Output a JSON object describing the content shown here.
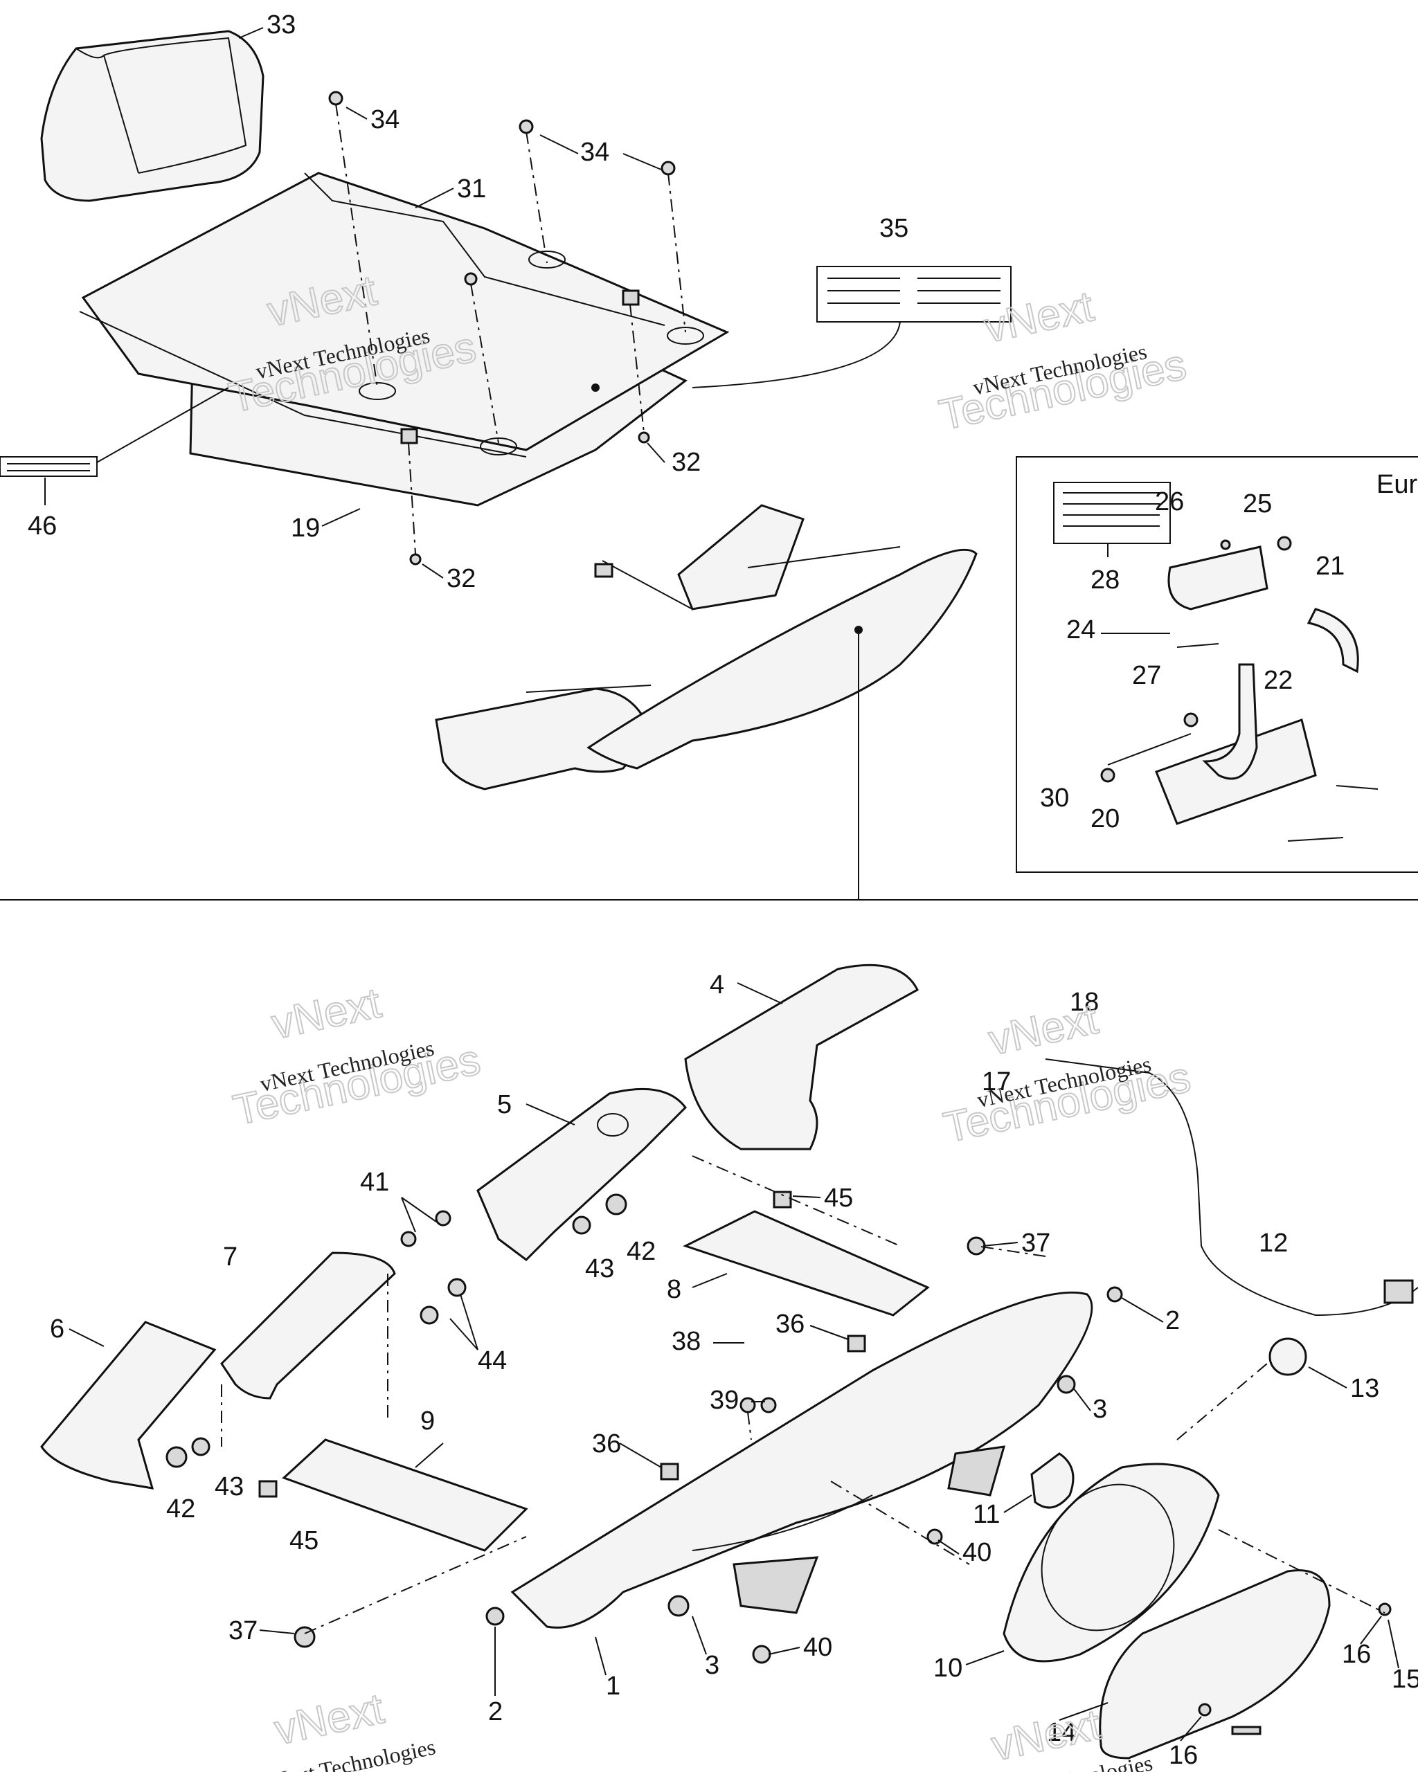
{
  "watermark": {
    "brand_line": "vNext Technologies",
    "big_top": "vNext",
    "big_bottom": "Technologies"
  },
  "inset": {
    "title": "Eur"
  },
  "callouts": {
    "c1": "1",
    "c2": "2",
    "c3": "3",
    "c4": "4",
    "c5": "5",
    "c6": "6",
    "c7": "7",
    "c8": "8",
    "c9": "9",
    "c10": "10",
    "c11": "11",
    "c12": "12",
    "c13": "13",
    "c14": "14",
    "c15": "15",
    "c16": "16",
    "c17": "17",
    "c18": "18",
    "c19": "19",
    "c20": "20",
    "c21": "21",
    "c22": "22",
    "c24": "24",
    "c25": "25",
    "c26": "26",
    "c27": "27",
    "c28": "28",
    "c30": "30",
    "c31": "31",
    "c32": "32",
    "c33": "33",
    "c34": "34",
    "c35": "35",
    "c36": "36",
    "c37": "37",
    "c38": "38",
    "c39": "39",
    "c40": "40",
    "c41": "41",
    "c42": "42",
    "c43": "43",
    "c44": "44",
    "c45": "45",
    "c46": "46"
  }
}
